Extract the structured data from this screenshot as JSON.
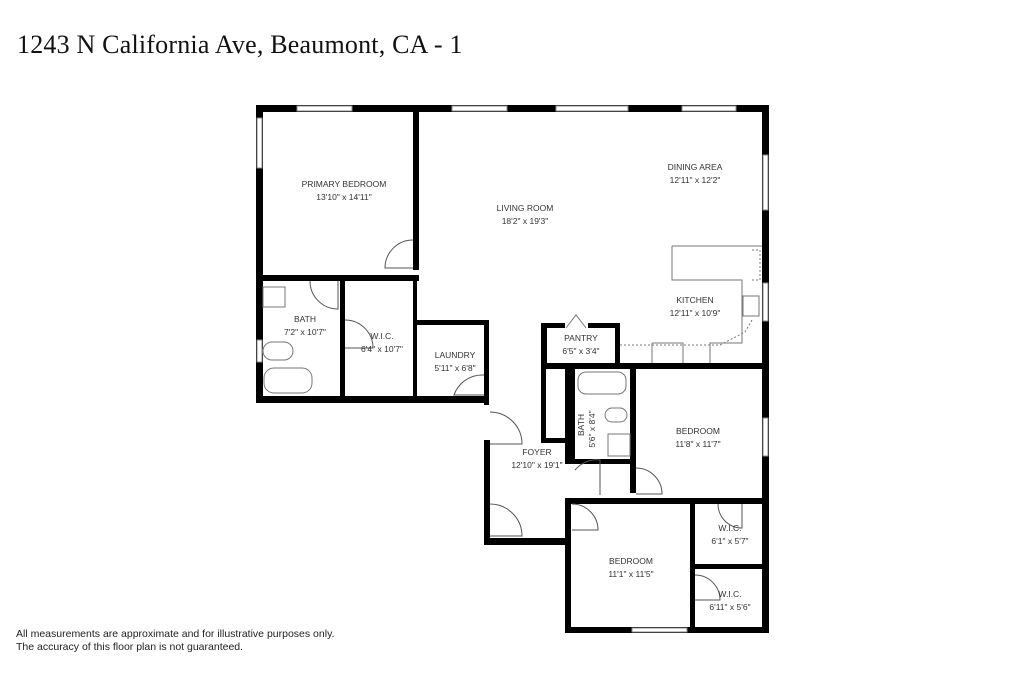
{
  "title": "1243 N California Ave, Beaumont, CA - 1",
  "rooms": [
    {
      "name": "PRIMARY BEDROOM",
      "dims": "13'10\" x 14'11\""
    },
    {
      "name": "LIVING ROOM",
      "dims": "18'2\" x 19'3\""
    },
    {
      "name": "DINING AREA",
      "dims": "12'11\" x 12'2\""
    },
    {
      "name": "KITCHEN",
      "dims": "12'11\" x 10'9\""
    },
    {
      "name": "BATH",
      "dims": "7'2\" x 10'7\""
    },
    {
      "name": "W.I.C.",
      "dims": "6'4\" x 10'7\""
    },
    {
      "name": "LAUNDRY",
      "dims": "5'11\" x 6'8\""
    },
    {
      "name": "PANTRY",
      "dims": "6'5\" x 3'4\""
    },
    {
      "name": "BATH",
      "dims": "5'6\" x 8'4\""
    },
    {
      "name": "BEDROOM",
      "dims": "11'8\" x 11'7\""
    },
    {
      "name": "FOYER",
      "dims": "12'10\" x 19'1\""
    },
    {
      "name": "BEDROOM",
      "dims": "11'1\" x 11'5\""
    },
    {
      "name": "W.I.C.",
      "dims": "6'1\" x 5'7\""
    },
    {
      "name": "W.I.C.",
      "dims": "6'11\" x 5'6\""
    }
  ],
  "disclaimer": {
    "line1": "All measurements are approximate and for illustrative purposes only.",
    "line2": "The accuracy of this floor plan is not guaranteed."
  }
}
